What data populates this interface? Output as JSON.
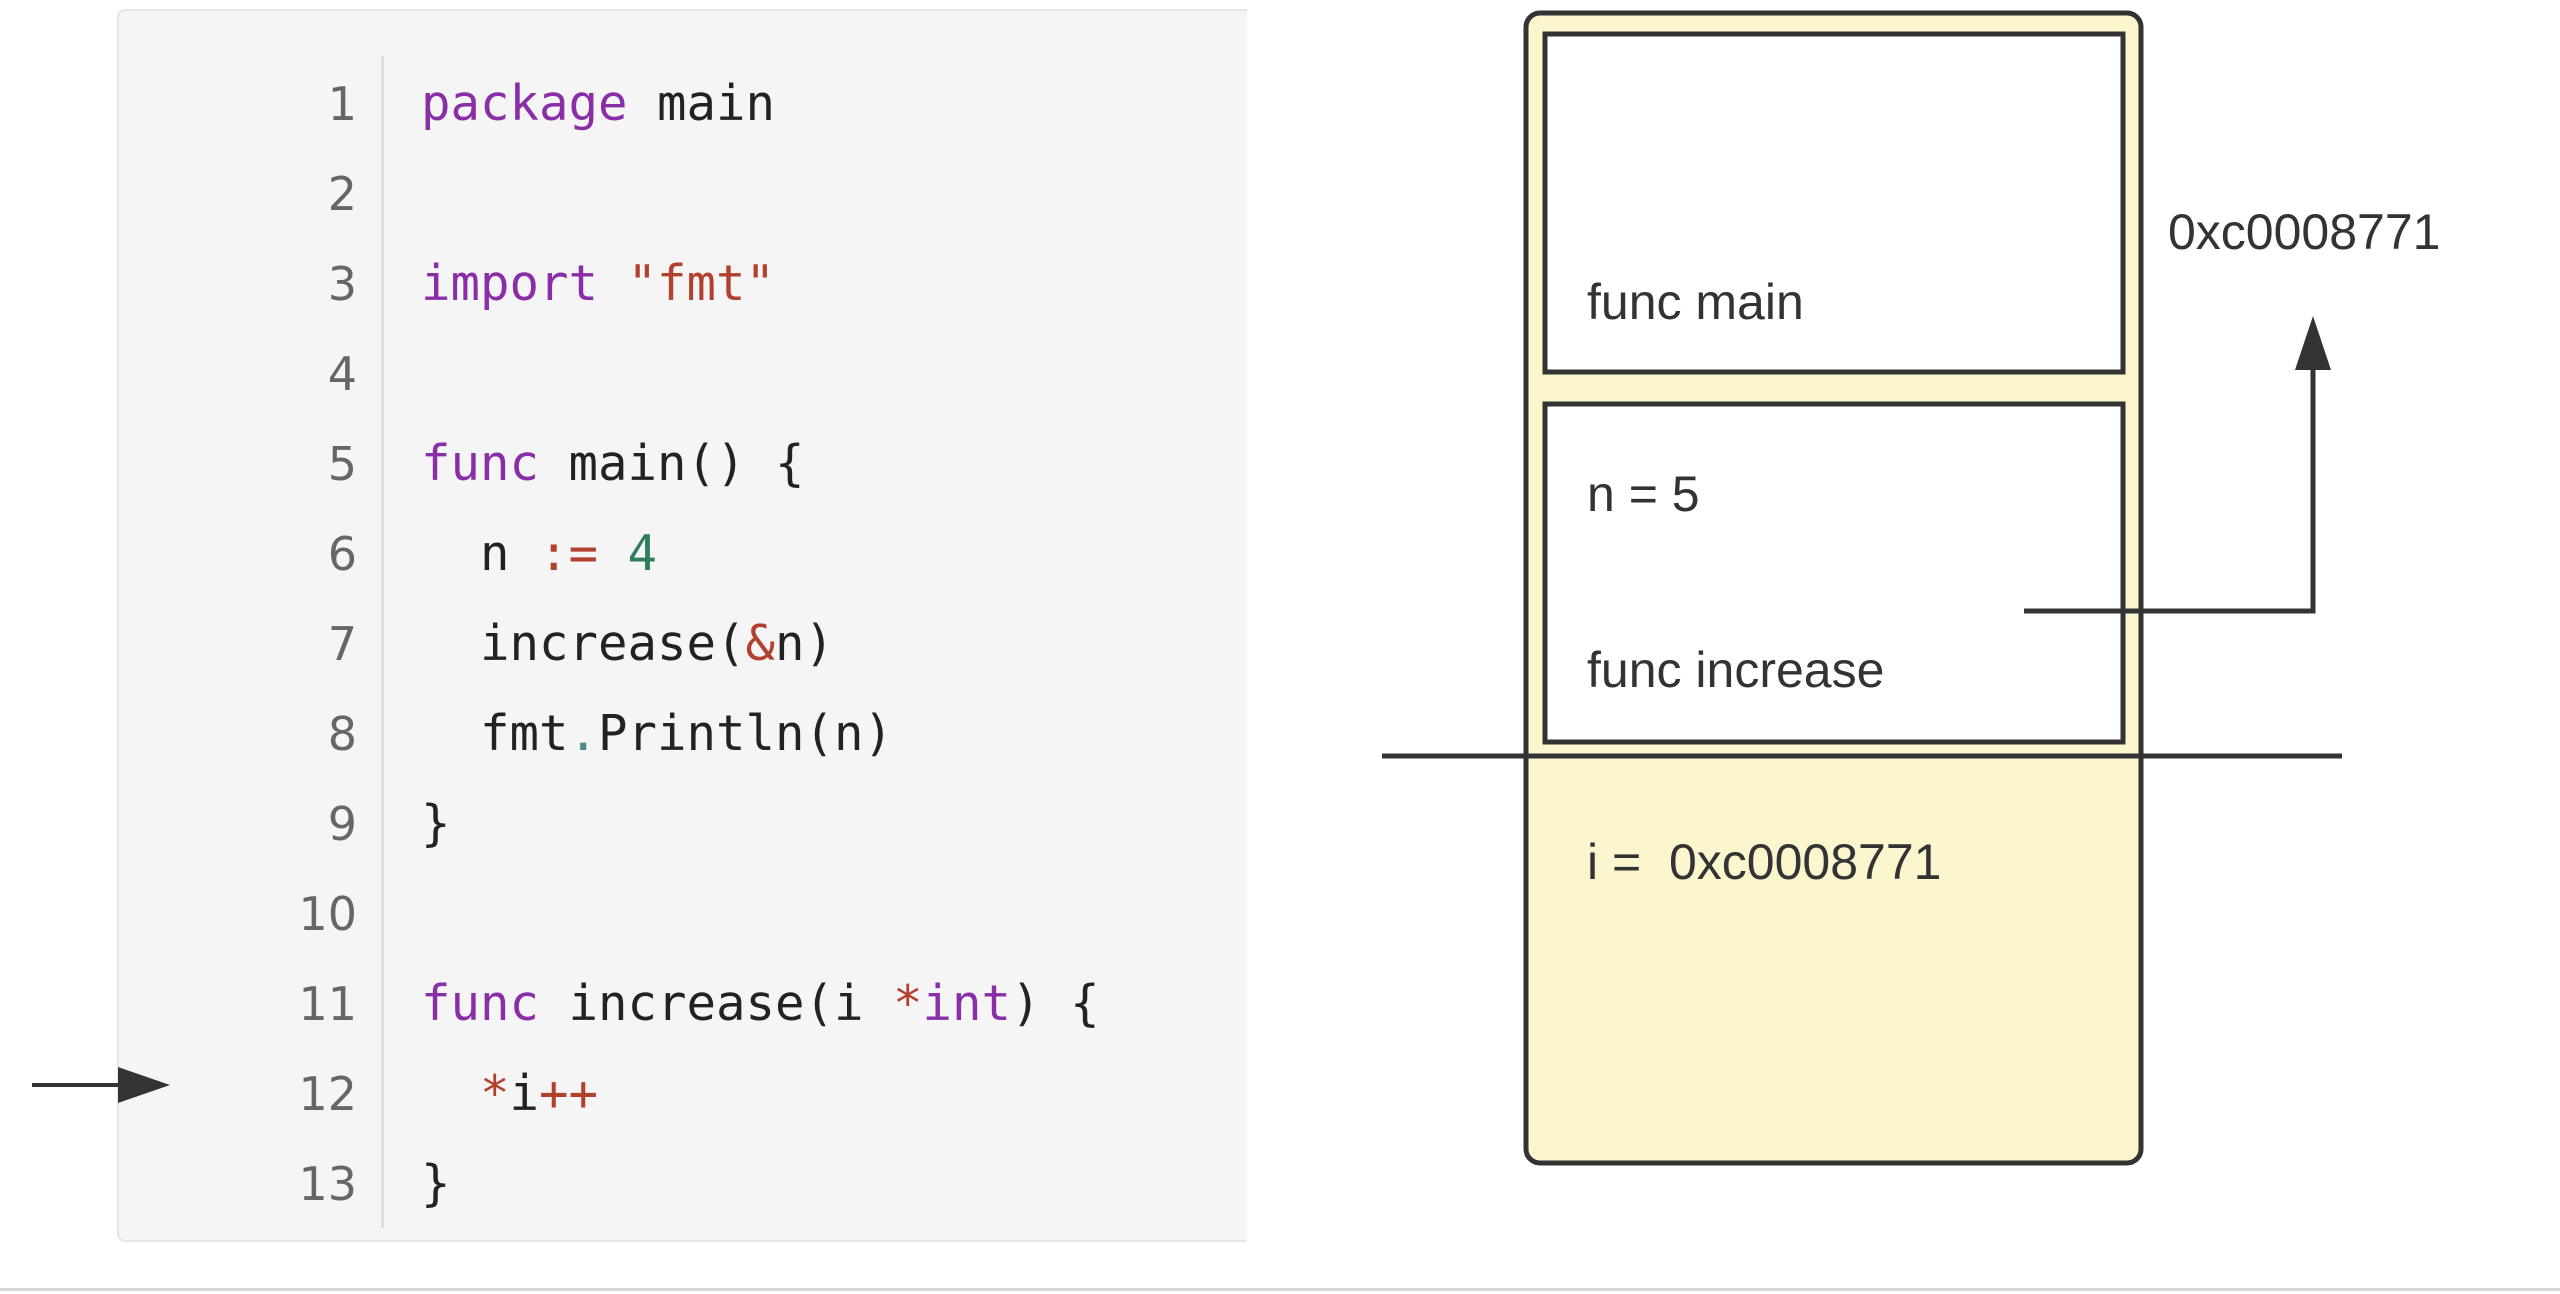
{
  "code": {
    "lines": [
      {
        "no": "1",
        "tokens": [
          {
            "t": "package",
            "c": "kw"
          },
          {
            "t": " main",
            "c": "punc"
          }
        ]
      },
      {
        "no": "2",
        "tokens": []
      },
      {
        "no": "3",
        "tokens": [
          {
            "t": "import",
            "c": "kw"
          },
          {
            "t": " ",
            "c": "punc"
          },
          {
            "t": "\"fmt\"",
            "c": "str"
          }
        ]
      },
      {
        "no": "4",
        "tokens": []
      },
      {
        "no": "5",
        "tokens": [
          {
            "t": "func",
            "c": "kw"
          },
          {
            "t": " main() {",
            "c": "punc"
          }
        ]
      },
      {
        "no": "6",
        "tokens": [
          {
            "t": "  n ",
            "c": "punc"
          },
          {
            "t": ":=",
            "c": "op"
          },
          {
            "t": " ",
            "c": "punc"
          },
          {
            "t": "4",
            "c": "num"
          }
        ]
      },
      {
        "no": "7",
        "tokens": [
          {
            "t": "  increase(",
            "c": "punc"
          },
          {
            "t": "&",
            "c": "op"
          },
          {
            "t": "n)",
            "c": "punc"
          }
        ]
      },
      {
        "no": "8",
        "tokens": [
          {
            "t": "  fmt",
            "c": "punc"
          },
          {
            "t": ".",
            "c": "dim"
          },
          {
            "t": "Println(n)",
            "c": "punc"
          }
        ]
      },
      {
        "no": "9",
        "tokens": [
          {
            "t": "}",
            "c": "punc"
          }
        ]
      },
      {
        "no": "10",
        "tokens": []
      },
      {
        "no": "11",
        "tokens": [
          {
            "t": "func",
            "c": "kw"
          },
          {
            "t": " increase(i ",
            "c": "punc"
          },
          {
            "t": "*",
            "c": "op"
          },
          {
            "t": "int",
            "c": "kw"
          },
          {
            "t": ") {",
            "c": "punc"
          }
        ]
      },
      {
        "no": "12",
        "tokens": [
          {
            "t": "  ",
            "c": "punc"
          },
          {
            "t": "*",
            "c": "op"
          },
          {
            "t": "i",
            "c": "punc"
          },
          {
            "t": "++",
            "c": "op"
          }
        ]
      },
      {
        "no": "13",
        "tokens": [
          {
            "t": "}",
            "c": "punc"
          }
        ]
      }
    ],
    "current_line": "12"
  },
  "stack": {
    "frame_main": {
      "title": "func main",
      "value": "n = 5"
    },
    "frame_increase": {
      "title": "func increase",
      "value": "i =  0xc0008771"
    },
    "pointer_target": "0xc0008771"
  },
  "colors": {
    "stack_fill": "#fcf6cf",
    "stroke": "#333333",
    "code_bg": "#f5f5f5"
  }
}
